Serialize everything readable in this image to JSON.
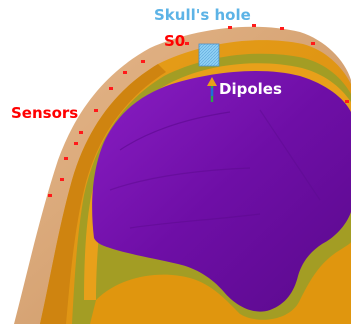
{
  "labels": {
    "skull_hole": "Skull's hole",
    "s0": "S0",
    "sensors": "Sensors",
    "dipoles": "Dipoles"
  },
  "colors": {
    "skull_hole_label": "#5cb3e6",
    "s0_label": "#ff0000",
    "sensors_label": "#ff0000",
    "dipoles_label": "#ffffff",
    "scalp": "#d9a679",
    "skull": "#e8a01a",
    "csf": "#a0a022",
    "brain": "#7a12b0",
    "sensor_dot": "#ff1a1a",
    "hole_patch": "#7fc8f0",
    "dipole_arrow": "#2aa84a"
  },
  "icons": {
    "sensor_marker": "red-dot",
    "dipole_marker": "arrow-up"
  }
}
